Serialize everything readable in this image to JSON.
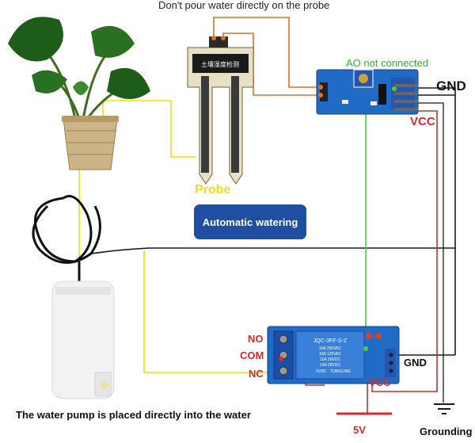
{
  "labels": {
    "top_note": "Don't pour water directly on the probe",
    "probe": "Probe",
    "ao_note": "AO not connected",
    "gnd_sensor": "GND",
    "vcc_sensor": "VCC",
    "automatic_watering": "Automatic watering",
    "relay_no": "NO",
    "relay_com": "COM",
    "relay_nc": "NC",
    "gnd_relay": "GND",
    "vcc_relay": "VCC",
    "supply_5v": "5V",
    "grounding": "Grounding",
    "pump_note": "The water pump is placed directly into the water"
  },
  "probe_board_text": "土壤湿度检测",
  "relay_text": {
    "model": "JQC-3FF-S-Z",
    "rating1": "10A 250VAC",
    "rating2": "10A 125VAC",
    "rating3": "10A 30VDC",
    "rating4": "10A 28VDC",
    "coil": "5VDC",
    "brand": "TONGLING"
  },
  "colors": {
    "wire_yellow": "#f2e22c",
    "wire_orange": "#d9732a",
    "wire_green": "#42d23c",
    "wire_red": "#d22b2b",
    "wire_black": "#1a1a1a",
    "board_blue": "#1f6bc6",
    "button_blue": "#1f4fa0"
  }
}
